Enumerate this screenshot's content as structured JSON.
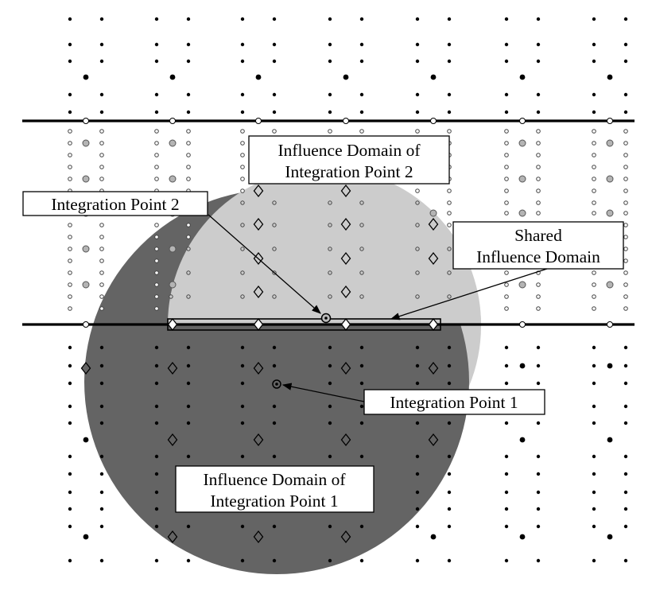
{
  "labels": {
    "influence_domain_2_line1": "Influence Domain of",
    "influence_domain_2_line2": "Integration Point 2",
    "integration_point_2": "Integration Point 2",
    "shared_line1": "Shared",
    "shared_line2": "Influence Domain",
    "integration_point_1": "Integration Point 1",
    "influence_domain_1_line1": "Influence Domain of",
    "influence_domain_1_line2": "Integration Point 1"
  },
  "colors": {
    "domain_1_fill": "#646464",
    "domain_2_fill": "#cccccc",
    "band_line": "#000000",
    "node_black": "#000000",
    "node_gray": "#b4b4b4",
    "node_open": "#ffffff"
  }
}
